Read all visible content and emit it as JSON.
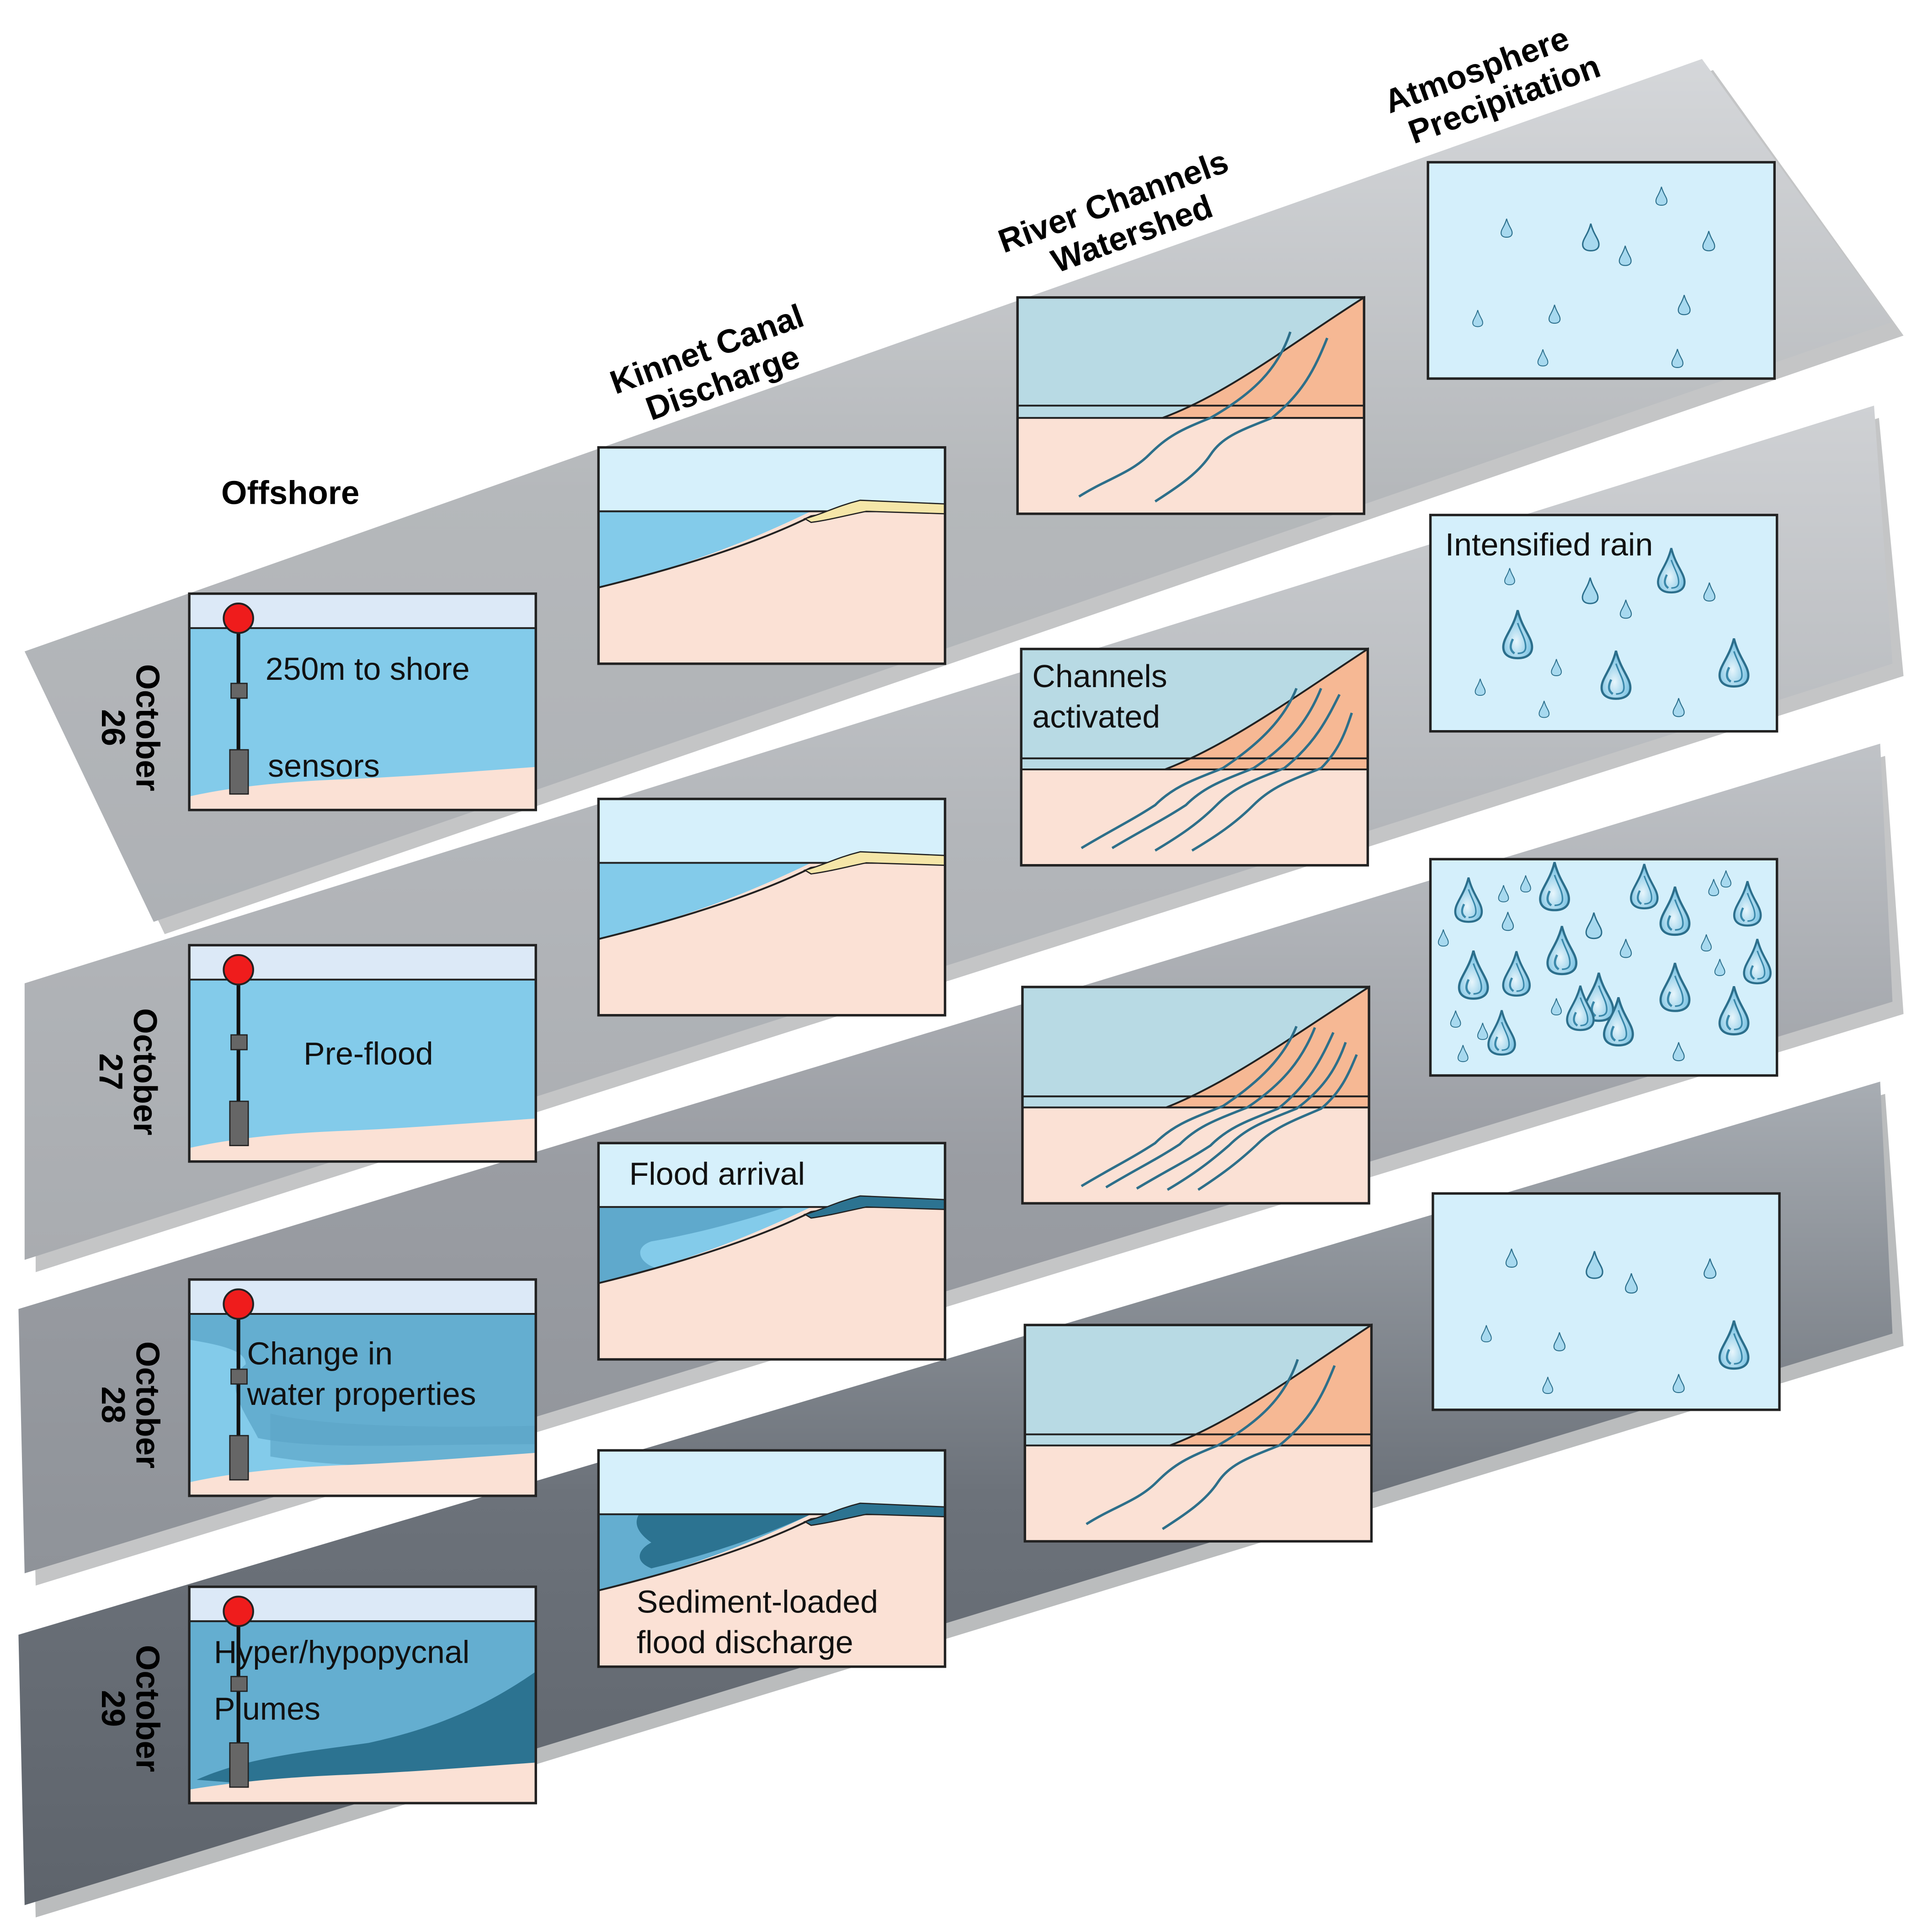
{
  "headers": {
    "offshore": "Offshore",
    "kinnet_line1": "Kinnet Canal",
    "kinnet_line2": "Discharge",
    "river_line1": "River Channels",
    "river_line2": "Watershed",
    "atmos_line1": "Atmosphere",
    "atmos_line2": "Precipitation"
  },
  "days": [
    {
      "month": "October",
      "day": "26"
    },
    {
      "month": "October",
      "day": "27"
    },
    {
      "month": "October",
      "day": "28"
    },
    {
      "month": "October",
      "day": "29"
    }
  ],
  "offshore_labels": {
    "d26_a": "250m to shore",
    "d26_b": "sensors",
    "d27": "Pre-flood",
    "d28_a": "Change in",
    "d28_b": "water properties",
    "d29_a": "Hyper/hypopycnal",
    "d29_b": "Plumes"
  },
  "kinnet_labels": {
    "flood": "Flood arrival",
    "sed_a": "Sediment-loaded",
    "sed_b": "flood discharge"
  },
  "river_labels": {
    "ch_a": "Channels",
    "ch_b": "activated"
  },
  "atmos_labels": {
    "rain": "Intensified rain"
  },
  "colors": {
    "band_light": "#b7babd",
    "band_mid": "#9ea1a6",
    "band_dark": "#6a7078",
    "sky": "#dce9f7",
    "water": "#83cbea",
    "water_mid": "#64aed0",
    "water_dark": "#2c7391",
    "sand": "#fbe1d5",
    "hill": "#f6b894",
    "river_sky": "#b8dae4",
    "canal_band": "#f5e6a8",
    "rain_bg": "#d4effb",
    "drop": "#a6d8ef",
    "buoy": "#ef1c1c"
  }
}
